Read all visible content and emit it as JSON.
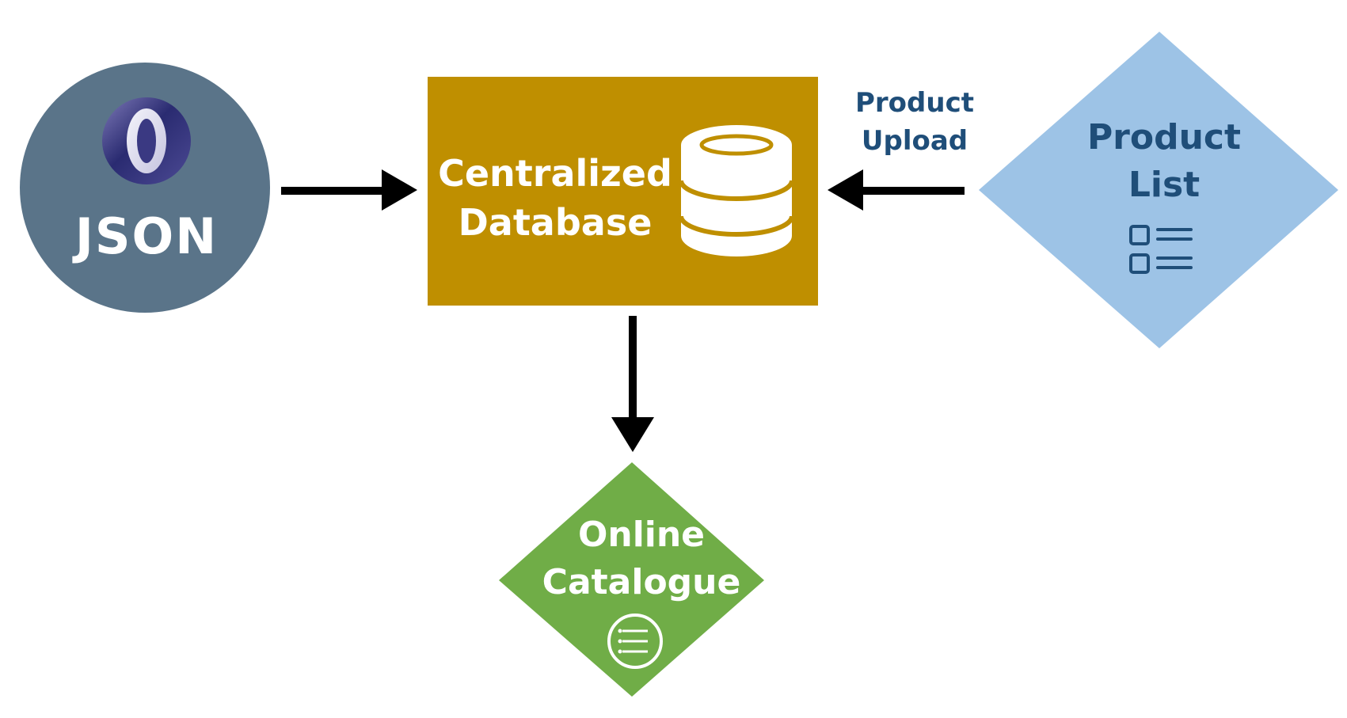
{
  "nodes": {
    "json": {
      "label": "JSON"
    },
    "database": {
      "line1": "Centralized",
      "line2": "Database"
    },
    "product_list": {
      "line1": "Product",
      "line2": "List"
    },
    "catalogue": {
      "line1": "Online",
      "line2": "Catalogue"
    }
  },
  "edges": {
    "upload": {
      "line1": "Product",
      "line2": "Upload"
    }
  },
  "icons": {
    "json": "json-logo-icon",
    "database": "database-icon",
    "product_list": "checklist-icon",
    "catalogue": "menu-list-icon"
  },
  "colors": {
    "json_circle": "#5a7489",
    "database_box": "#bf8f00",
    "product_diamond": "#9dc3e6",
    "catalogue_diamond": "#70ad47",
    "product_text": "#1f4e79",
    "upload_text": "#1f4e79",
    "arrow": "#000000",
    "light_text": "#ffffff"
  }
}
